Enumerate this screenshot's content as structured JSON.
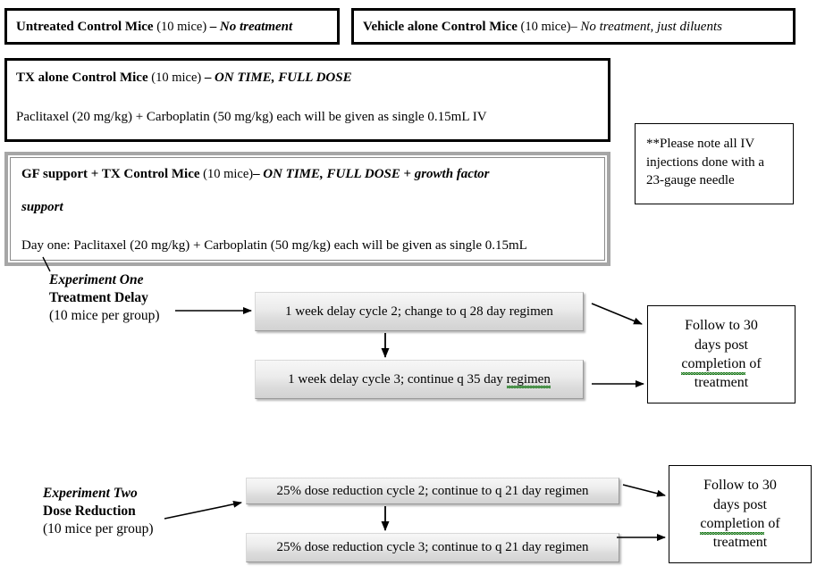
{
  "document": {
    "title": "Mouse Study Treatment Schema"
  },
  "control_groups": [
    {
      "id": "untreated",
      "name_bold": "Untreated Control Mice",
      "count": "(10 mice)",
      "dash": "–",
      "detail_italic": "No treatment"
    },
    {
      "id": "vehicle",
      "name_bold": "Vehicle alone Control Mice",
      "count": "(10 mice)",
      "dash": "–",
      "detail_italic": "No treatment, just diluents"
    }
  ],
  "tx_alone_box": {
    "name_bold": "TX alone Control Mice",
    "count": "(10 mice)",
    "dash": "–",
    "emphasis": "ON TIME, FULL DOSE",
    "dose_line": "Paclitaxel (20 mg/kg) + Carboplatin (50 mg/kg) each will be given as single 0.15mL IV"
  },
  "gf_support_box": {
    "name_bold": "GF support + TX Control Mice",
    "count": "(10 mice)",
    "dash": "–",
    "emphasis": "ON TIME, FULL DOSE",
    "plus": "+",
    "emphasis2_line1": "growth factor",
    "emphasis2_line2": "support",
    "dose_line": "Day one: Paclitaxel (20 mg/kg) + Carboplatin (50 mg/kg) each will be given as single 0.15mL"
  },
  "iv_note": {
    "line1": "**Please note all IV",
    "line2": "injections done with a",
    "line3": "23-gauge needle"
  },
  "experiment_one": {
    "title_italic": "Experiment One",
    "subtitle_bold": "Treatment Delay",
    "group_size": "(10 mice per group)",
    "steps": [
      {
        "id": "eo-step-1",
        "text": "1 week delay cycle 2; change to q 28 day regimen"
      },
      {
        "id": "eo-step-2",
        "text_pre": "1 week delay cycle 3; continue q 35 day ",
        "text_squiggle": "regimen"
      }
    ],
    "outcome": {
      "line1": "Follow to 30",
      "line2": "days post",
      "line3_squiggle": "completion",
      "line3_rest": " of",
      "line4": "treatment"
    }
  },
  "experiment_two": {
    "title_italic": "Experiment Two",
    "subtitle_bold": "Dose Reduction",
    "group_size": "(10 mice per group)",
    "steps": [
      {
        "id": "et-step-1",
        "text": "25% dose reduction cycle 2; continue to q 21 day regimen"
      },
      {
        "id": "et-step-2",
        "text": "25% dose reduction cycle 3; continue to q 21 day regimen"
      }
    ],
    "outcome": {
      "line1": "Follow to 30",
      "line2": "days post",
      "line3_squiggle": "completion",
      "line3_rest": " of",
      "line4": "treatment"
    }
  },
  "colors": {
    "page_background": "#ffffff",
    "text": "#000000",
    "heavy_border": "#000000",
    "gray_border": "#a6a6a6",
    "process_fill_top": "#f7f7f7",
    "process_fill_bottom": "#d2d2d2",
    "spellcheck_underline": "#1d7a1d",
    "arrow": "#000000"
  }
}
